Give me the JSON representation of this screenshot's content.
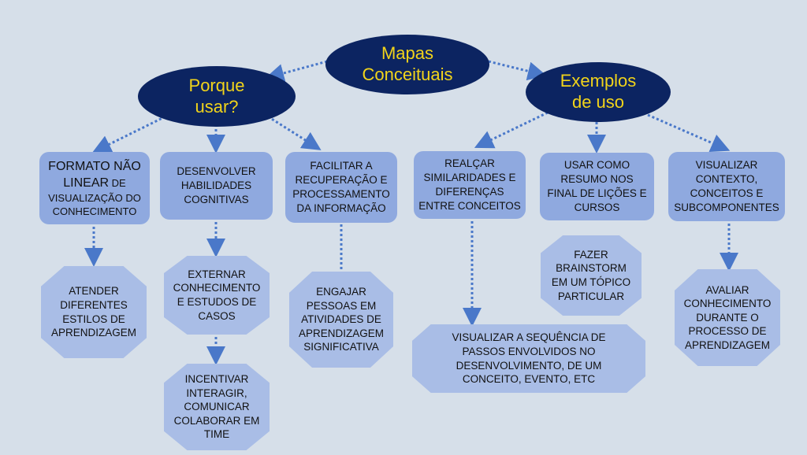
{
  "root": {
    "line1": "Mapas",
    "line2": "Conceituais"
  },
  "left_hub": {
    "line1": "Porque",
    "line2": "usar?"
  },
  "right_hub": {
    "line1": "Exemplos",
    "line2": "de uso"
  },
  "boxes": {
    "formato": {
      "big": "FORMATO NÃO LINEAR",
      "small": "DE VISUALIZAÇÃO DO CONHECIMENTO"
    },
    "desenvolver": {
      "text": "DESENVOLVER HABILIDADES COGNITIVAS"
    },
    "facilitar": {
      "text": "FACILITAR A RECUPERAÇÃO E PROCESSAMENTO DA INFORMAÇÃO"
    },
    "realcar": {
      "text": "REALÇAR SIMILARIDADES E DIFERENÇAS ENTRE CONCEITOS"
    },
    "usar_resumo": {
      "text": "USAR COMO RESUMO NOS FINAL DE LIÇÕES E CURSOS"
    },
    "visualizar_contexto": {
      "text": "VISUALIZAR CONTEXTO, CONCEITOS E SUBCOMPONENTES"
    }
  },
  "octagons": {
    "atender": {
      "text": "ATENDER DIFERENTES ESTILOS DE APRENDIZAGEM"
    },
    "externar": {
      "text": "EXTERNAR CONHECIMENTO E ESTUDOS DE CASOS"
    },
    "incentivar": {
      "text": "INCENTIVAR INTERAGIR, COMUNICAR COLABORAR EM TIME"
    },
    "engajar": {
      "text": "ENGAJAR PESSOAS EM ATIVIDADES DE APRENDIZAGEM SIGNIFICATIVA"
    },
    "fazer": {
      "text": "FAZER BRAINSTORM EM UM TÓPICO PARTICULAR"
    },
    "sequencia": {
      "text": "VISUALIZAR A SEQUÊNCIA DE PASSOS ENVOLVIDOS NO DESENVOLVIMENTO, DE UM CONCEITO, EVENTO, ETC"
    },
    "avaliar": {
      "text": "AVALIAR CONHECIMENTO DURANTE O PROCESSO DE APRENDIZAGEM"
    }
  },
  "colors": {
    "hub": "#0c2461",
    "hub_text": "#f2d41a",
    "box": "#8fa9df",
    "octagon": "#a9bde6",
    "connector": "#4a78c9",
    "background": "#d6dfe9"
  }
}
